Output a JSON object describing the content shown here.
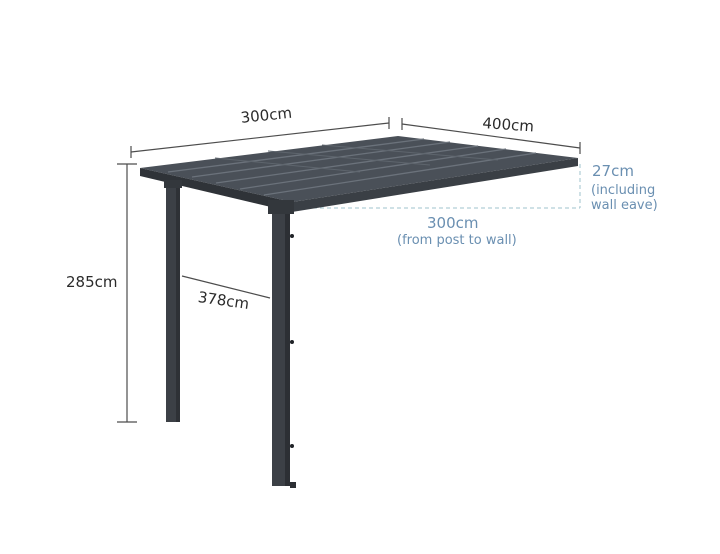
{
  "dimensions": {
    "width_label": "300cm",
    "depth_label": "400cm",
    "height_label": "285cm",
    "diagonal_label": "378cm",
    "eave_height_label": "27cm",
    "eave_note_line1": "(including",
    "eave_note_line2": "wall eave)",
    "post_to_wall_label": "300cm",
    "post_to_wall_note": "(from post to wall)"
  },
  "colors": {
    "frame": "#3c4046",
    "roof": "#4a5058",
    "roof_rib": "#6b727b",
    "dimension_line": "#4d4d4d",
    "accent_blue": "#6a8fb1",
    "dashed_guide": "#9fc3cc"
  }
}
